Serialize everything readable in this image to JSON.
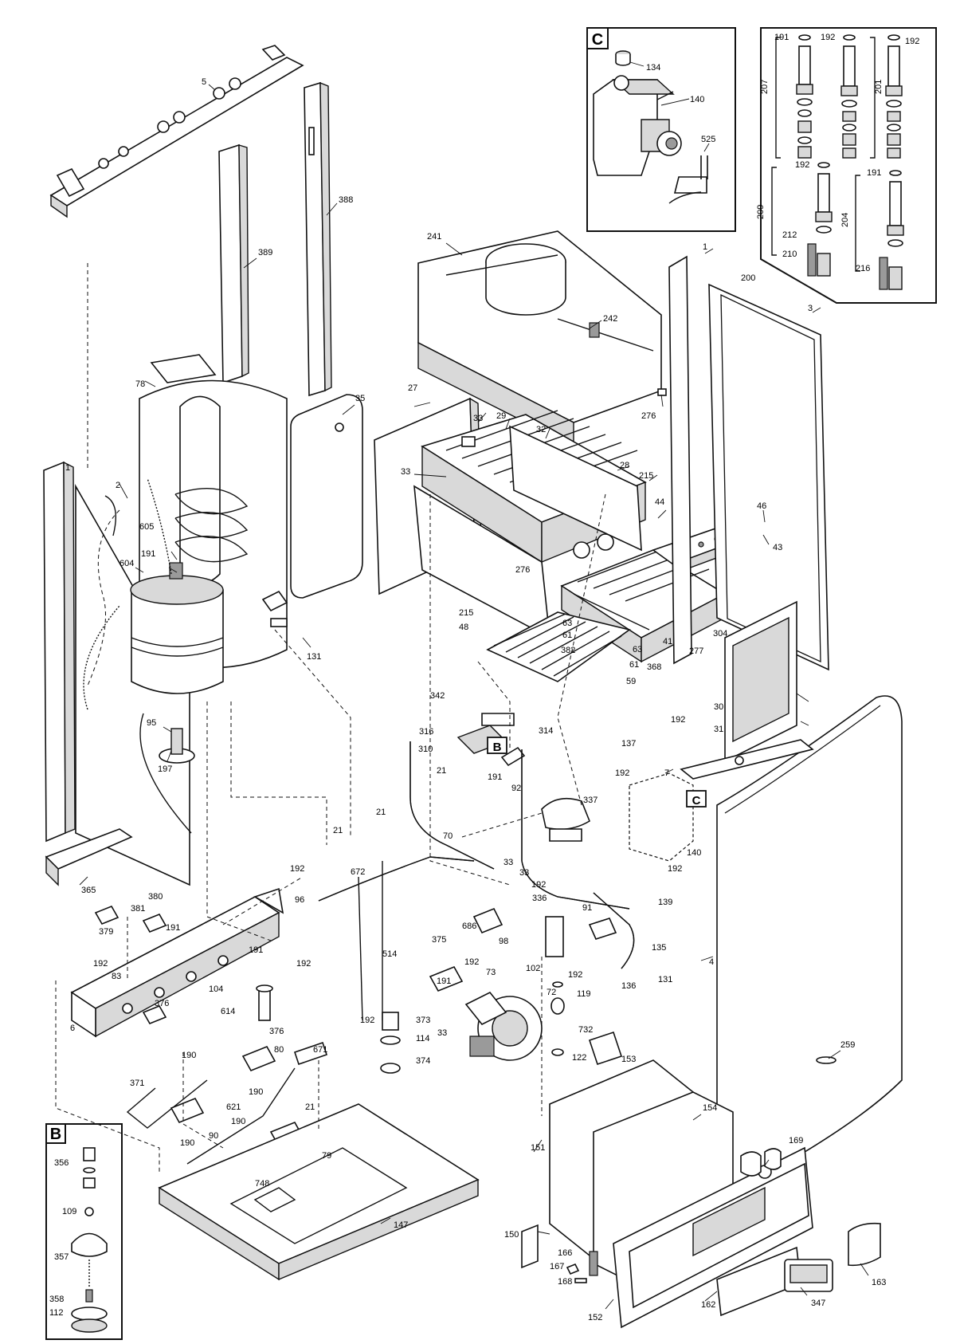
{
  "labels": {
    "5": "5",
    "388": "388",
    "389": "389",
    "78": "78",
    "35": "35",
    "27": "27",
    "241": "241",
    "242": "242",
    "276a": "276",
    "276b": "276",
    "29": "29",
    "32": "32",
    "33a": "33",
    "33b": "33",
    "28": "28",
    "215a": "215",
    "215b": "215",
    "44": "44",
    "46": "46",
    "43": "43",
    "1a": "1",
    "1b": "1",
    "2": "2",
    "605": "605",
    "191a": "191",
    "604": "604",
    "131a": "131",
    "95": "95",
    "197": "197",
    "63a": "63",
    "61a": "61",
    "382": "382",
    "63b": "63",
    "61b": "61",
    "41": "41",
    "368": "368",
    "277": "277",
    "304": "304",
    "3": "3",
    "30": "30",
    "31": "31",
    "48": "48",
    "59": "59",
    "314": "314",
    "342": "342",
    "316": "316",
    "310": "310",
    "21a": "21",
    "191b": "191",
    "92": "92",
    "137": "137",
    "192a": "192",
    "192b": "192",
    "7": "7",
    "4": "4",
    "21b": "21",
    "21c": "21",
    "70": "70",
    "337": "337",
    "140a": "140",
    "192c": "192",
    "139": "139",
    "33c": "33",
    "33d": "33",
    "192d": "192",
    "672": "672",
    "96": "96",
    "365": "365",
    "380": "380",
    "381": "381",
    "379": "379",
    "191c": "191",
    "192e": "192",
    "83": "83",
    "336": "336",
    "91": "91",
    "686": "686",
    "98": "98",
    "375": "375",
    "514": "514",
    "192f": "192",
    "73": "73",
    "102": "102",
    "192g": "192",
    "135": "135",
    "131b": "131",
    "136": "136",
    "119": "119",
    "191d": "191",
    "192h": "192",
    "104": "104",
    "6": "6",
    "376a": "376",
    "614": "614",
    "192i": "192",
    "72": "72",
    "373": "373",
    "33e": "33",
    "732": "732",
    "376b": "376",
    "114": "114",
    "374": "374",
    "80": "80",
    "671": "671",
    "190a": "190",
    "190b": "190",
    "190c": "190",
    "190d": "190",
    "371": "371",
    "621": "621",
    "90": "90",
    "21d": "21",
    "79": "79",
    "748": "748",
    "147": "147",
    "122": "122",
    "153": "153",
    "259": "259",
    "151": "151",
    "154": "154",
    "169": "169",
    "150": "150",
    "166": "166",
    "167": "167",
    "168": "168",
    "152": "152",
    "162": "162",
    "347": "347",
    "163": "163",
    "134": "134",
    "140b": "140",
    "525": "525",
    "207": "207",
    "201": "201",
    "191e": "191",
    "192j": "192",
    "192k": "192",
    "192l": "192",
    "191f": "191",
    "209": "209",
    "204": "204",
    "212": "212",
    "210": "210",
    "216": "216",
    "200": "200",
    "356": "356",
    "109": "109",
    "357": "357",
    "358": "358",
    "112": "112"
  },
  "callouts": {
    "B": "B",
    "C": "C"
  }
}
